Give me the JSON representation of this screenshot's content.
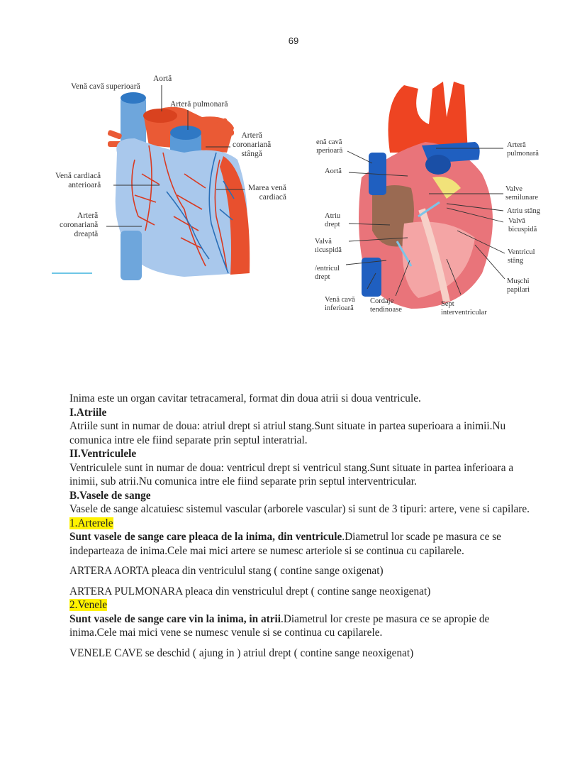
{
  "page_number": "69",
  "figure_left": {
    "labels": {
      "vena_cava_sup": "Venă cavă superioară",
      "aorta": "Aortă",
      "artera_pulmonara": "Arteră pulmonară",
      "artera_coronariana_stanga": [
        "Arteră",
        "coronariană",
        "stângă"
      ],
      "vena_cardiaca_anterioara": [
        "Venă cardiacă",
        "anterioară"
      ],
      "marea_vena_cardiaca": [
        "Marea venă",
        "cardiacă"
      ],
      "artera_coronariana_dreapta": [
        "Arteră",
        "coronariană",
        "dreaptă"
      ]
    },
    "colors": {
      "vein": "#7fb2e0",
      "artery": "#e8502e",
      "vessel_dark": "#2a6fb8"
    }
  },
  "figure_right": {
    "labels": {
      "vena_cava_sup": [
        "enă cavă",
        "ıperioară"
      ],
      "aorta": "Aortă",
      "atriu_drept": [
        "Atriu",
        "drept"
      ],
      "valva_tricuspida": [
        "Valvă",
        "ıicuspidă"
      ],
      "ventricul_drept": [
        "/entricul",
        "drept"
      ],
      "vena_cava_inf": [
        "Venă cavă",
        "inferioară"
      ],
      "cordaje": [
        "Cordaje",
        "tendinoase"
      ],
      "sept": [
        "Sept",
        "interventricular"
      ],
      "artera_pulmonara": [
        "Arteră",
        "pulmonară"
      ],
      "valve_semilunare": [
        "Valve",
        "semilunare"
      ],
      "atriu_stang": "Atriu stâng",
      "valva_bicuspida": [
        "Valvă",
        "bicuspidă"
      ],
      "ventricul_stang": [
        "Ventricul",
        "stâng"
      ],
      "muschi_papilari": [
        "Mușchi",
        "papilari"
      ]
    },
    "colors": {
      "muscle": "#e86a6a",
      "aorta": "#ee4422",
      "vein": "#1f5fc0",
      "inner": "#f4a5a5"
    }
  },
  "content": {
    "intro": "Inima este un organ cavitar tetracameral, format din doua atrii si doua ventricule.",
    "atriile_heading": "I.Atriile",
    "atriile_text": "Atriile sunt in numar de doua: atriul drept si atriul stang.Sunt situate in partea superioara a inimii.Nu comunica intre ele fiind separate prin septul interatrial.",
    "ventriculele_heading": "II.Ventriculele",
    "ventriculele_text": "Ventriculele sunt in numar de doua: ventricul drept si ventricul stang.Sunt situate in partea inferioara a inimii, sub atrii.Nu comunica intre ele fiind separate prin septul interventricular.",
    "vase_heading": "B.Vasele de sange",
    "vase_text": "Vasele de sange alcatuiesc sistemul vascular (arborele vascular) si sunt de 3 tipuri: artere, vene si capilare.",
    "arterele_heading": "1.Arterele",
    "arterele_bold": "Sunt vasele de sange care pleaca de la inima, din ventricule",
    "arterele_text": ".Diametrul lor scade pe masura ce se indeparteaza de inima.Cele mai mici artere se numesc arteriole si se continua cu capilarele.",
    "aorta_line": "ARTERA AORTA pleaca din ventriculul stang ( contine sange oxigenat)",
    "pulmonara_line": "ARTERA PULMONARA pleaca din venstriculul drept ( contine sange neoxigenat)",
    "venele_heading": "2.Venele",
    "venele_bold": "Sunt vasele de sange care vin la inima, in atrii",
    "venele_text": ".Diametrul lor creste pe masura ce se apropie de inima.Cele mai mici vene se numesc venule si se continua cu capilarele.",
    "cave_line": "VENELE CAVE se deschid ( ajung in ) atriul drept ( contine sange neoxigenat)"
  },
  "highlight_color": "#fff200"
}
